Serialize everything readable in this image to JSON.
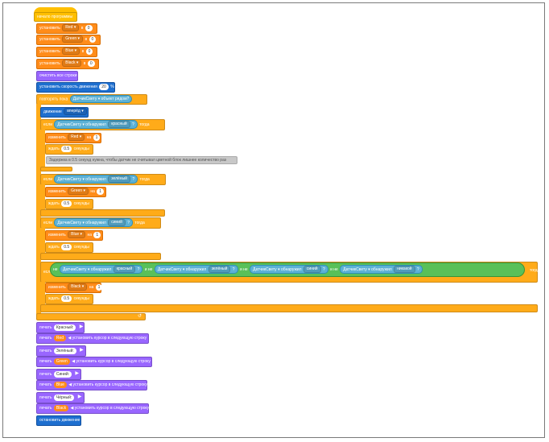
{
  "start": "начало программы",
  "set_vars": [
    {
      "label": "установить",
      "var": "Red",
      "to": "в",
      "value": "0"
    },
    {
      "label": "установить",
      "var": "Green",
      "to": "в",
      "value": "0"
    },
    {
      "label": "установить",
      "var": "Blue",
      "to": "в",
      "value": "0"
    },
    {
      "label": "установить",
      "var": "Black",
      "to": "в",
      "value": "0"
    }
  ],
  "clear": "очистить все строки",
  "speed": {
    "label": "установить скорость движения",
    "value": "20",
    "unit": "%"
  },
  "repeat_until": {
    "label": "повторять пока",
    "sensor": "ДатчикСвету",
    "check": "объект рядом?"
  },
  "move": {
    "label": "движение",
    "dir": "вперёд"
  },
  "ifs": [
    {
      "if": "если",
      "sensor": "ДатчикСвету",
      "detect": "обнаружил",
      "color": "красный",
      "q": "?",
      "then": "тогда",
      "change": "изменить",
      "var": "Red",
      "on": "на",
      "val": "1",
      "wait": "ждать",
      "sec": "0.5",
      "sec_label": "секунды"
    },
    {
      "if": "если",
      "sensor": "ДатчикСвету",
      "detect": "обнаружил",
      "color": "зелёный",
      "q": "?",
      "then": "тогда",
      "change": "изменить",
      "var": "Green",
      "on": "на",
      "val": "1",
      "wait": "ждать",
      "sec": "0.5",
      "sec_label": "секунды"
    },
    {
      "if": "если",
      "sensor": "ДатчикСвету",
      "detect": "обнаружил",
      "color": "синий",
      "q": "?",
      "then": "тогда",
      "change": "изменить",
      "var": "Blue",
      "on": "на",
      "val": "1",
      "wait": "ждать",
      "sec": "0.5",
      "sec_label": "секунды"
    }
  ],
  "comment": "Задержка в 0.5 секунд нужна, чтобы датчик не считывал цветной блок лишнее количество раз",
  "last_if": {
    "if": "если",
    "not": "не",
    "and": "и",
    "conds": [
      {
        "sensor": "ДатчикСвету",
        "detect": "обнаружил",
        "color": "красный",
        "q": "?"
      },
      {
        "sensor": "ДатчикСвету",
        "detect": "обнаружил",
        "color": "зелёный",
        "q": "?"
      },
      {
        "sensor": "ДатчикСвету",
        "detect": "обнаружил",
        "color": "синий",
        "q": "?"
      },
      {
        "sensor": "ДатчикСвету",
        "detect": "обнаружил",
        "color": "никакой",
        "q": "?"
      }
    ],
    "then": "тогда",
    "change": "изменить",
    "var": "Black",
    "on": "на",
    "val": "1",
    "wait": "ждать",
    "sec": "0.5",
    "sec_label": "секунды"
  },
  "prints": [
    {
      "label": "печать",
      "value": "Красный:",
      "tail": ""
    },
    {
      "label": "печать",
      "value": "Red",
      "tail": "установить курсор в следующую строку"
    },
    {
      "label": "печать",
      "value": "Зелёный:",
      "tail": ""
    },
    {
      "label": "печать",
      "value": "Green",
      "tail": "установить курсор в следующую строку"
    },
    {
      "label": "печать",
      "value": "Синий:",
      "tail": ""
    },
    {
      "label": "печать",
      "value": "Blue",
      "tail": "установить курсор в следующую строку"
    },
    {
      "label": "печать",
      "value": "Чёрный:",
      "tail": ""
    },
    {
      "label": "печать",
      "value": "Black",
      "tail": "установить курсор в следующую строку"
    }
  ],
  "stop": "остановить движение",
  "colors": {
    "control": "#ffab19",
    "events": "#ffbf00",
    "variables": "#ff8c1a",
    "pen": "#9966ff",
    "sensing": "#5cb1d6",
    "operators": "#59c059"
  }
}
